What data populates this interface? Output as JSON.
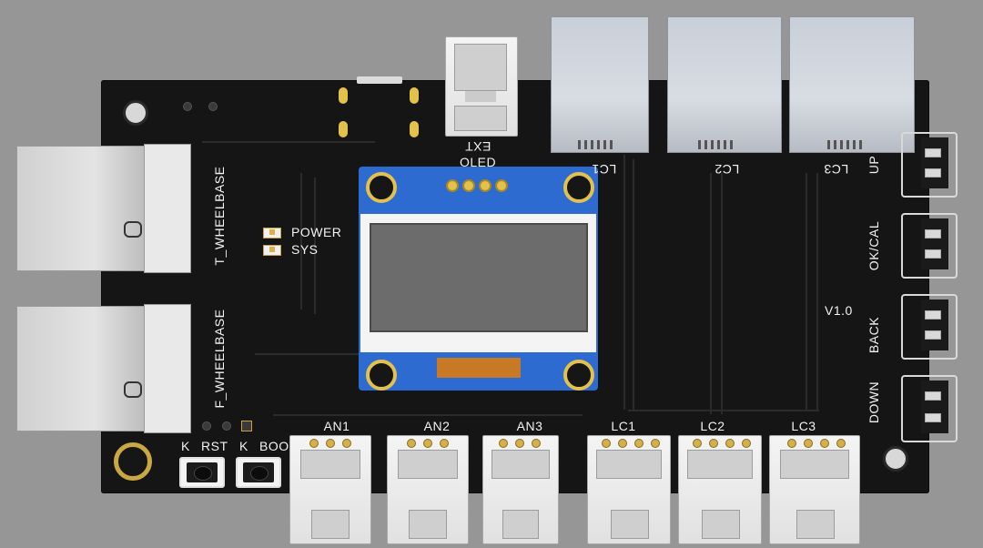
{
  "board": {
    "labels": {
      "t_wheelbase": "T_WHEELBASE",
      "f_wheelbase": "F_WHEELBASE",
      "power": "POWER",
      "sys": "SYS",
      "oled": "OLED",
      "ext": "EXT",
      "version": "V1.0",
      "k1": "K",
      "rst": "RST",
      "k2": "K",
      "boot": "BOOT"
    },
    "top_jacks": [
      "LC1",
      "LC2",
      "LC3"
    ],
    "side_buttons": [
      "UP",
      "OK/CAL",
      "BACK",
      "DOWN"
    ],
    "bottom_connectors": [
      "AN1",
      "AN2",
      "AN3",
      "LC1",
      "LC2",
      "LC3"
    ]
  },
  "colors": {
    "background": "#969696",
    "pcb": "#151515",
    "silkscreen": "#f2f2f2",
    "oled_pcb": "#2e6bd1",
    "gold": "#e2c14d"
  }
}
